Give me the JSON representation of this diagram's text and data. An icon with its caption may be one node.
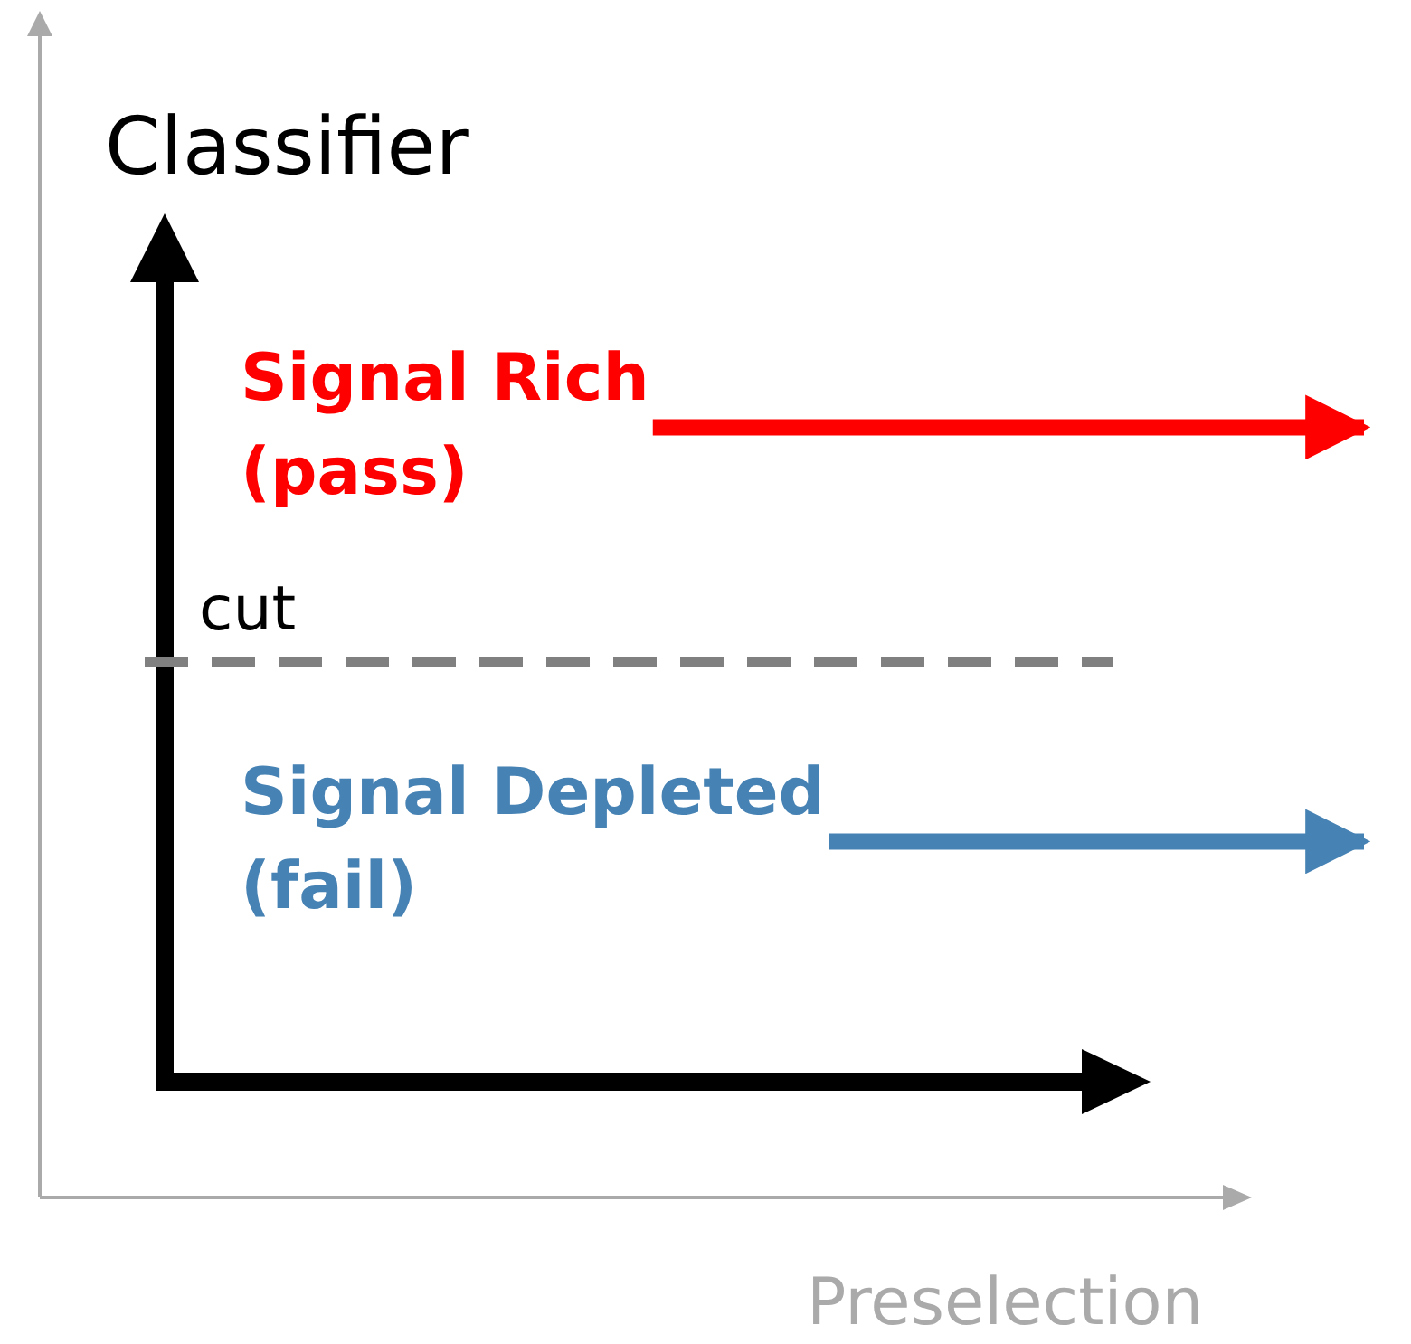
{
  "diagram": {
    "nodes": [
      {
        "text": [
          "Signal Rich (pass)"
        ]
      },
      {
        "text": [
          "Signal Depleted (fail)"
        ]
      }
    ],
    "edges": [
      {
        "from": 0,
        "to": null,
        "arrow": "to",
        "color": "#ff0000"
      },
      {
        "from": 1,
        "to": null,
        "arrow": "to",
        "color": "#4682b4"
      }
    ],
    "labels": [
      "Classifier",
      "cut",
      "Preselection"
    ]
  }
}
